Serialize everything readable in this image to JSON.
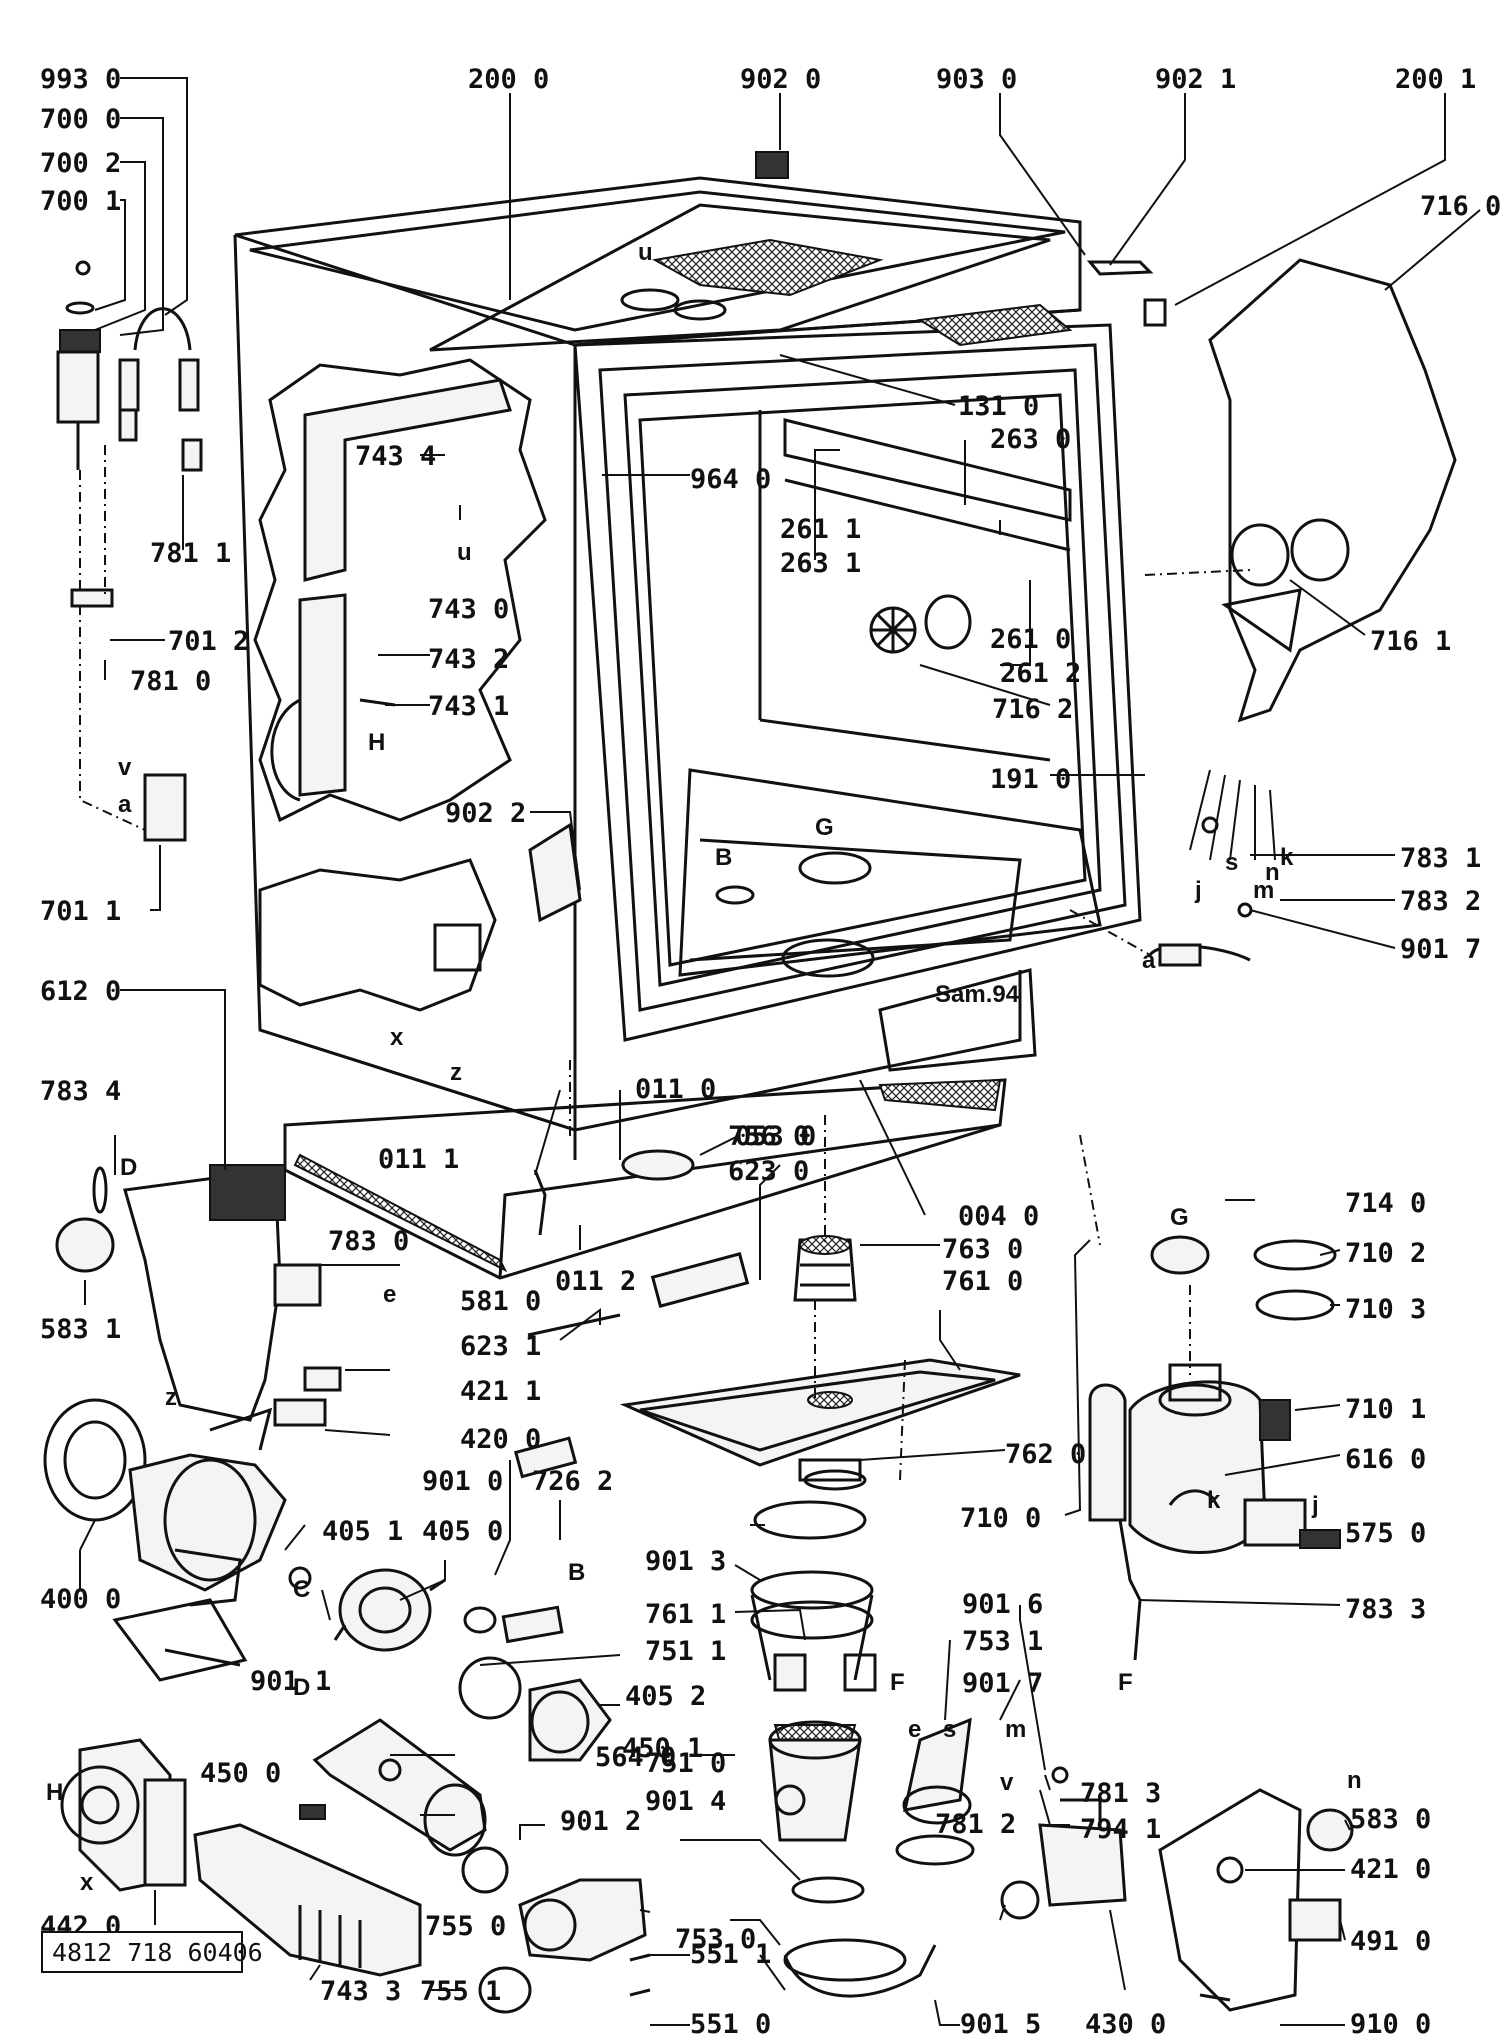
{
  "document_number": "4812 718 60406",
  "stamp": "Sam.94",
  "part_labels": [
    "993 0",
    "700 0",
    "700 2",
    "700 1",
    "781 1",
    "701 2",
    "781 0",
    "701 1",
    "200 0",
    "902 0",
    "903 0",
    "902 1",
    "200 1",
    "716 0",
    "743 4",
    "743 0",
    "743 2",
    "743 1",
    "964 0",
    "131 0",
    "263 0",
    "261 1",
    "263 1",
    "261 0",
    "261 2",
    "716 2",
    "716 1",
    "191 0",
    "902 2",
    "783 1",
    "783 2",
    "901 7",
    "612 0",
    "011 0",
    "053 0",
    "783 4",
    "011 1",
    "756 0",
    "623 0",
    "004 0",
    "763 0",
    "761 0",
    "011 2",
    "783 0",
    "581 0",
    "623 1",
    "583 1",
    "421 1",
    "420 0",
    "901 0",
    "726 2",
    "405 1",
    "405 0",
    "400 0",
    "901 3",
    "762 0",
    "761 1",
    "751 1",
    "405 2",
    "450 1",
    "901 1",
    "564 0",
    "450 0",
    "901 2",
    "751 0",
    "901 4",
    "442 0",
    "743 3",
    "755 0",
    "755 1",
    "753 0",
    "551 1",
    "551 0",
    "714 0",
    "710 2",
    "710 3",
    "710 1",
    "616 0",
    "710 0",
    "575 0",
    "783 3",
    "901 6",
    "753 1",
    "901 7",
    "781 3",
    "794 1",
    "781 2",
    "901 5",
    "430 0",
    "583 0",
    "421 0",
    "491 0",
    "910 0"
  ],
  "reference_letters": [
    "u",
    "u",
    "H",
    "v",
    "a",
    "B",
    "G",
    "z",
    "x",
    "D",
    "C",
    "B",
    "D",
    "F",
    "H",
    "x",
    "z",
    "G",
    "k",
    "j",
    "s",
    "m",
    "n",
    "k",
    "j",
    "a",
    "F",
    "e",
    "s",
    "m",
    "v",
    "n",
    "e"
  ]
}
